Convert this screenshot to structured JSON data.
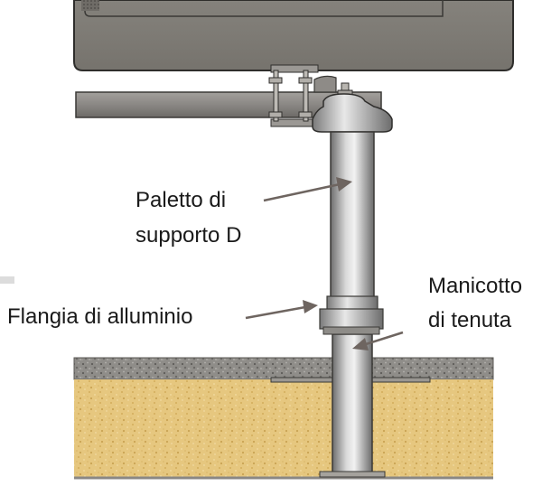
{
  "labels": {
    "post": [
      "Paletto di",
      "supporto D"
    ],
    "flange": "Flangia di alluminio",
    "sleeve": [
      "Manicotto",
      "di tenuta"
    ]
  },
  "colors": {
    "housing": "#7d7a74",
    "pipe": "#8a8784",
    "metal_light": "#e4e4e4",
    "asphalt": "#8f8d89",
    "soil": "#e6c77f",
    "arrow": "#6e6560",
    "text": "#1a1a1a"
  }
}
